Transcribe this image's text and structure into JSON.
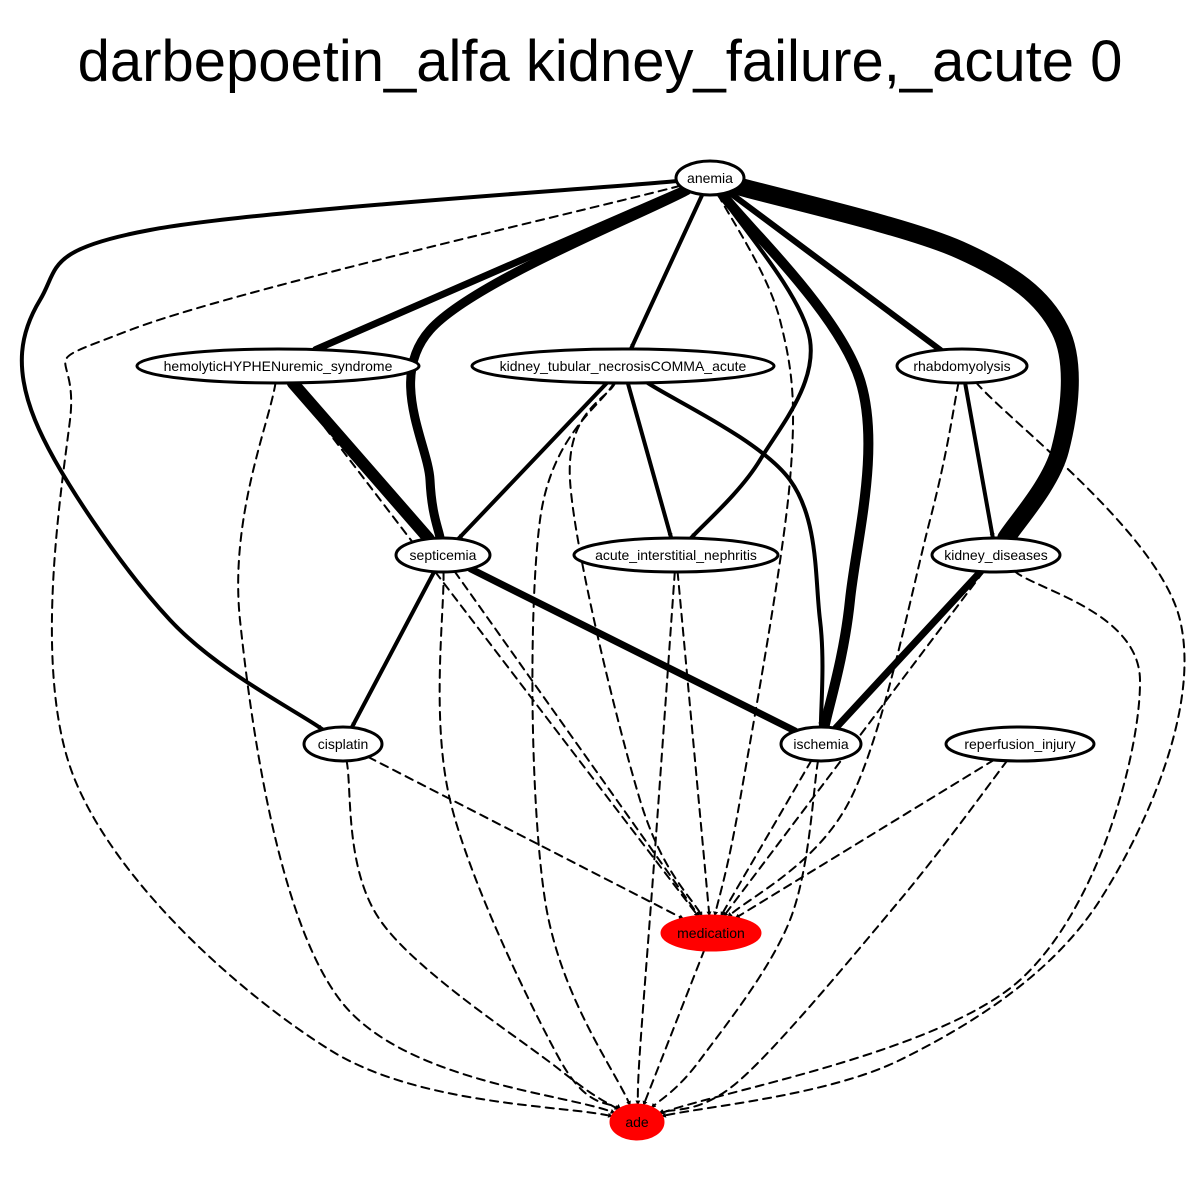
{
  "title": "darbepoetin_alfa kidney_failure,_acute 0",
  "colors": {
    "highlight": "#ff0000",
    "edge": "#000000",
    "node_fill": "#ffffff"
  },
  "nodes": [
    {
      "id": "anemia",
      "label": "anemia",
      "highlight": false
    },
    {
      "id": "hus",
      "label": "hemolyticHYPHENuremic_syndrome",
      "highlight": false
    },
    {
      "id": "ktn",
      "label": "kidney_tubular_necrosisCOMMA_acute",
      "highlight": false
    },
    {
      "id": "rhabdo",
      "label": "rhabdomyolysis",
      "highlight": false
    },
    {
      "id": "septicemia",
      "label": "septicemia",
      "highlight": false
    },
    {
      "id": "ain",
      "label": "acute_interstitial_nephritis",
      "highlight": false
    },
    {
      "id": "kd",
      "label": "kidney_diseases",
      "highlight": false
    },
    {
      "id": "cisplatin",
      "label": "cisplatin",
      "highlight": false
    },
    {
      "id": "ischemia",
      "label": "ischemia",
      "highlight": false
    },
    {
      "id": "reperfusion",
      "label": "reperfusion_injury",
      "highlight": false
    },
    {
      "id": "medication",
      "label": "medication",
      "highlight": true
    },
    {
      "id": "ade",
      "label": "ade",
      "highlight": true
    }
  ],
  "edges": [
    {
      "from": "anemia",
      "to": "hus",
      "style": "solid",
      "weight": 7
    },
    {
      "from": "anemia",
      "to": "septicemia",
      "style": "solid",
      "weight": 9
    },
    {
      "from": "anemia",
      "to": "ktn",
      "style": "solid",
      "weight": 4
    },
    {
      "from": "anemia",
      "to": "ain",
      "style": "solid",
      "weight": 4
    },
    {
      "from": "anemia",
      "to": "ischemia",
      "style": "solid",
      "weight": 10
    },
    {
      "from": "anemia",
      "to": "rhabdo",
      "style": "solid",
      "weight": 6
    },
    {
      "from": "anemia",
      "to": "kd",
      "style": "solid",
      "weight": 18
    },
    {
      "from": "anemia",
      "to": "cisplatin",
      "style": "solid",
      "weight": 4
    },
    {
      "from": "anemia",
      "to": "ade",
      "style": "dashed",
      "weight": 2
    },
    {
      "from": "anemia",
      "to": "medication",
      "style": "dashed",
      "weight": 2
    },
    {
      "from": "hus",
      "to": "septicemia",
      "style": "solid",
      "weight": 12
    },
    {
      "from": "hus",
      "to": "ade",
      "style": "dashed",
      "weight": 2
    },
    {
      "from": "hus",
      "to": "medication",
      "style": "dashed",
      "weight": 2
    },
    {
      "from": "ktn",
      "to": "septicemia",
      "style": "solid",
      "weight": 4
    },
    {
      "from": "ktn",
      "to": "ain",
      "style": "solid",
      "weight": 4
    },
    {
      "from": "ktn",
      "to": "ischemia",
      "style": "solid",
      "weight": 4
    },
    {
      "from": "ktn",
      "to": "ade",
      "style": "dashed",
      "weight": 2
    },
    {
      "from": "ktn",
      "to": "medication",
      "style": "dashed",
      "weight": 2
    },
    {
      "from": "rhabdo",
      "to": "kd",
      "style": "solid",
      "weight": 4
    },
    {
      "from": "rhabdo",
      "to": "medication",
      "style": "dashed",
      "weight": 2
    },
    {
      "from": "rhabdo",
      "to": "ade",
      "style": "dashed",
      "weight": 2
    },
    {
      "from": "septicemia",
      "to": "cisplatin",
      "style": "solid",
      "weight": 4
    },
    {
      "from": "septicemia",
      "to": "ischemia",
      "style": "solid",
      "weight": 7
    },
    {
      "from": "septicemia",
      "to": "medication",
      "style": "dashed",
      "weight": 2
    },
    {
      "from": "septicemia",
      "to": "ade",
      "style": "dashed",
      "weight": 2
    },
    {
      "from": "ain",
      "to": "medication",
      "style": "dashed",
      "weight": 2
    },
    {
      "from": "ain",
      "to": "ade",
      "style": "dashed",
      "weight": 2
    },
    {
      "from": "kd",
      "to": "ischemia",
      "style": "solid",
      "weight": 7
    },
    {
      "from": "kd",
      "to": "medication",
      "style": "dashed",
      "weight": 2
    },
    {
      "from": "kd",
      "to": "ade",
      "style": "dashed",
      "weight": 2
    },
    {
      "from": "cisplatin",
      "to": "medication",
      "style": "dashed",
      "weight": 2
    },
    {
      "from": "cisplatin",
      "to": "ade",
      "style": "dashed",
      "weight": 2
    },
    {
      "from": "ischemia",
      "to": "medication",
      "style": "dashed",
      "weight": 2
    },
    {
      "from": "ischemia",
      "to": "ade",
      "style": "dashed",
      "weight": 2
    },
    {
      "from": "reperfusion",
      "to": "medication",
      "style": "dashed",
      "weight": 2
    },
    {
      "from": "reperfusion",
      "to": "ade",
      "style": "dashed",
      "weight": 2
    },
    {
      "from": "medication",
      "to": "ade",
      "style": "dashed",
      "weight": 2
    }
  ]
}
